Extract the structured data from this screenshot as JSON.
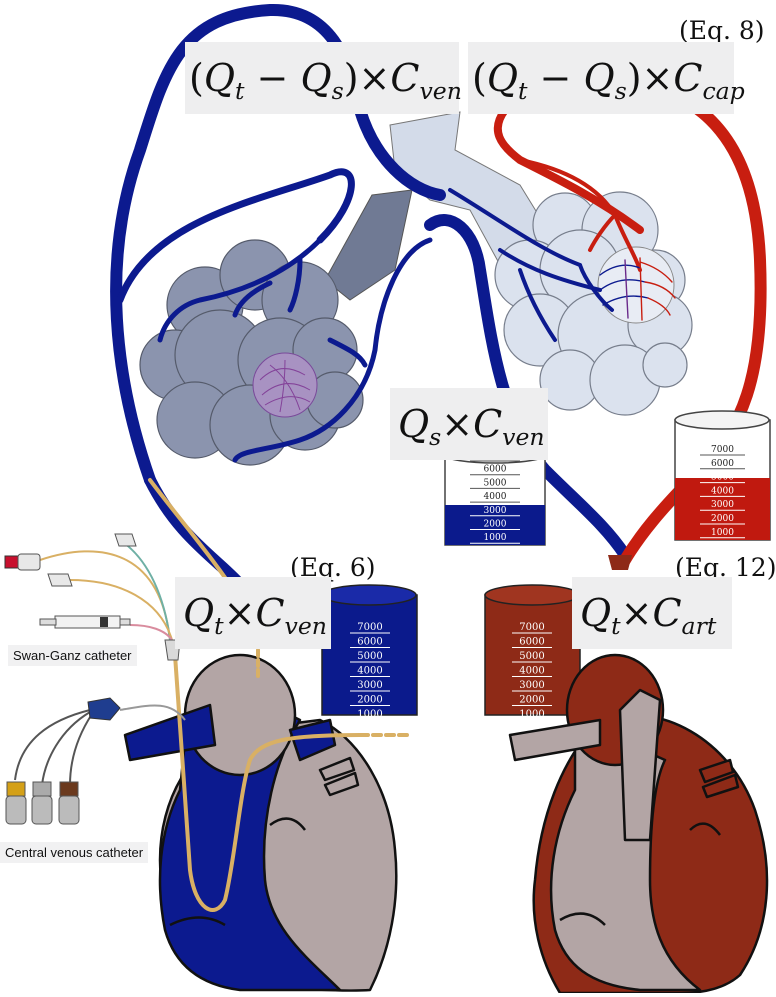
{
  "equations": {
    "eq8_number": "(Eq. 8)",
    "eq6_number": "(Eq. 6)",
    "eq12_number": "(Eq. 12)",
    "venous_return": {
      "open": "(",
      "a": "Q",
      "a_sub": "t",
      "minus": " − ",
      "b": "Q",
      "b_sub": "s",
      "close": ")×",
      "c": "C",
      "c_sub": "ven"
    },
    "capillary": {
      "open": "(",
      "a": "Q",
      "a_sub": "t",
      "minus": " − ",
      "b": "Q",
      "b_sub": "s",
      "close": ")×",
      "c": "C",
      "c_sub": "cap"
    },
    "shunt": {
      "a": "Q",
      "a_sub": "s",
      "times": "×",
      "c": "C",
      "c_sub": "ven"
    },
    "total_venous": {
      "a": "Q",
      "a_sub": "t",
      "times": "×",
      "c": "C",
      "c_sub": "ven"
    },
    "total_arterial": {
      "a": "Q",
      "a_sub": "t",
      "times": "×",
      "c": "C",
      "c_sub": "art"
    }
  },
  "labels": {
    "swan_ganz": "Swan-Ganz catheter",
    "central_venous": "Central venous catheter"
  },
  "beakers": {
    "scale_ticks": [
      "7000",
      "6000",
      "5000",
      "4000",
      "3000",
      "2000",
      "1000"
    ],
    "small_scale_ticks": [
      "7000",
      "6000",
      "5000",
      "4000",
      "3000",
      "2000",
      "1000"
    ],
    "colors": {
      "venous": "#0b1a8c",
      "arterial": "#8e2a17",
      "capillary": "#c0190f"
    }
  },
  "colors": {
    "vein": "#0c1a8f",
    "artery": "#c81e10",
    "lung_shunt": "#8791ad",
    "lung_normal": "#d9e1ee",
    "heart_gray": "#b3a5a5",
    "catheter": "#d9b064"
  }
}
